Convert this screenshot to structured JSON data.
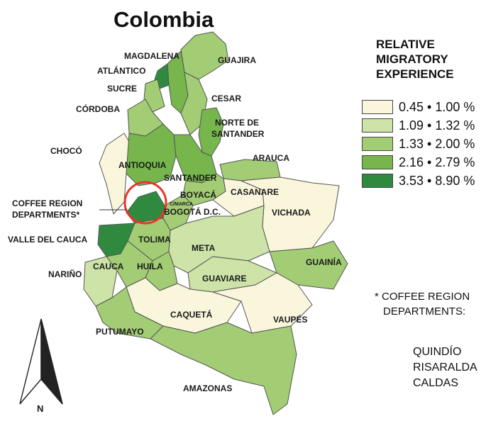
{
  "title": "Colombia",
  "colors": {
    "class1": "#faf6dc",
    "class2": "#cde3a8",
    "class3": "#a3cd74",
    "class4": "#76b64d",
    "class5": "#2f8a3f",
    "highlight_circle": "#e8362a"
  },
  "legend": {
    "title_lines": [
      "RELATIVE",
      "MIGRATORY",
      "EXPERIENCE"
    ],
    "items": [
      {
        "label": "0.45 • 1.00 %",
        "class": 1
      },
      {
        "label": "1.09 • 1.32 %",
        "class": 2
      },
      {
        "label": "1.33 • 2.00 %",
        "class": 3
      },
      {
        "label": "2.16 • 2.79 %",
        "class": 4
      },
      {
        "label": "3.53 • 8.90 %",
        "class": 5
      }
    ]
  },
  "departments": [
    {
      "name": "MAGDALENA",
      "class": 4
    },
    {
      "name": "GUAJIRA",
      "class": 3
    },
    {
      "name": "ATLÁNTICO",
      "class": 5
    },
    {
      "name": "SUCRE",
      "class": 3
    },
    {
      "name": "CESAR",
      "class": 3
    },
    {
      "name": "CÓRDOBA",
      "class": 3
    },
    {
      "name": "NORTE DE",
      "class": 4
    },
    {
      "name": "SANTANDER",
      "class": 4
    },
    {
      "name": "CHOCÓ",
      "class": 1
    },
    {
      "name": "ARAUCA",
      "class": 3
    },
    {
      "name": "ANTIOQUIA",
      "class": 4
    },
    {
      "name": "SANTANDER",
      "class": 4
    },
    {
      "name": "BOYACÁ",
      "class": 3
    },
    {
      "name": "CASANARE",
      "class": 1
    },
    {
      "name": "C/MARCA",
      "class": 3
    },
    {
      "name": "BOGOTÁ D.C.",
      "class": 3
    },
    {
      "name": "VICHADA",
      "class": 1
    },
    {
      "name": "VALLE DEL CAUCA",
      "class": 5
    },
    {
      "name": "TOLIMA",
      "class": 3
    },
    {
      "name": "META",
      "class": 2
    },
    {
      "name": "GUAINÍA",
      "class": 3
    },
    {
      "name": "NARIÑO",
      "class": 2
    },
    {
      "name": "CAUCA",
      "class": 3
    },
    {
      "name": "HUILA",
      "class": 3
    },
    {
      "name": "GUAVIARE",
      "class": 2
    },
    {
      "name": "CAQUETÁ",
      "class": 1
    },
    {
      "name": "VAUPÉS",
      "class": 1
    },
    {
      "name": "PUTUMAYO",
      "class": 3
    },
    {
      "name": "AMAZONAS",
      "class": 3
    },
    {
      "name": "QUINDÍO",
      "class": 5
    },
    {
      "name": "RISARALDA",
      "class": 5
    },
    {
      "name": "CALDAS",
      "class": 5
    }
  ],
  "coffee_region_label": [
    "COFFEE REGION",
    "DEPARTMENTS*"
  ],
  "note": {
    "lines": [
      "* COFFEE REGION",
      "DEPARTMENTS:"
    ],
    "departments": [
      "QUINDÍO",
      "RISARALDA",
      "CALDAS"
    ]
  },
  "north_arrow": "N"
}
